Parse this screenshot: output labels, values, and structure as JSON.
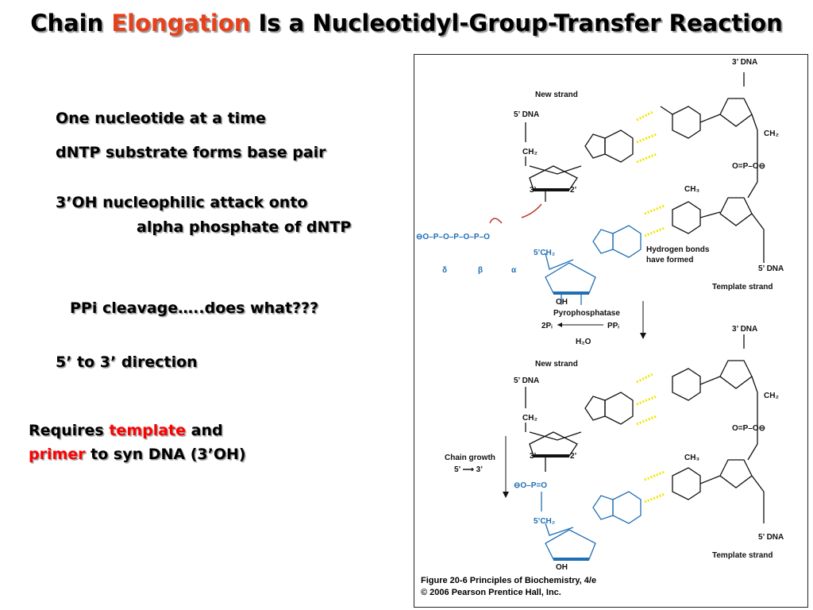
{
  "title": {
    "part1": "Chain ",
    "highlight": "Elongation",
    "part2": " Is a Nucleotidyl-Group-Transfer Reaction",
    "highlight_color": "#e8401a"
  },
  "bullets": {
    "b1": "One nucleotide at a time",
    "b2": "dNTP substrate forms base pair",
    "b3_line1": "3’OH nucleophilic attack onto",
    "b3_line2": "alpha phosphate of dNTP",
    "b4": "PPi cleavage…..does what???",
    "b5": "5’ to 3’ direction",
    "b6_part1": "Requires ",
    "b6_template": "template",
    "b6_part2": " and",
    "b6_primer": "primer",
    "b6_part3": " to syn DNA (3’OH)"
  },
  "figure": {
    "top": {
      "dna3": "3’ DNA",
      "new_strand": "New strand",
      "dna5": "5’ DNA",
      "dna5_bottom": "5’ DNA",
      "template_strand": "Template strand",
      "hbonds1": "Hydrogen bonds",
      "hbonds2": "have formed",
      "ch2": "CH₂",
      "ch3": "CH₃",
      "delta": "δ",
      "beta": "β",
      "alpha": "α",
      "oh": "OH",
      "c5": "5’CH₂",
      "p3": "3’",
      "p2": "2’"
    },
    "reaction": {
      "enzyme": "Pyrophosphatase",
      "left": "2Pᵢ",
      "right": "PPᵢ",
      "water": "H₂O"
    },
    "bottom": {
      "dna3": "3’ DNA",
      "new_strand": "New strand",
      "dna5": "5’ DNA",
      "dna5_bottom": "5’ DNA",
      "template_strand": "Template strand",
      "chain_growth": "Chain growth",
      "direction": "5’ ⟶ 3’",
      "ch2": "CH₂",
      "ch3": "CH₃",
      "oh": "OH",
      "c5": "5’CH₂",
      "p3": "3’",
      "p2": "2’"
    },
    "caption_line1": "Figure 20-6  Principles of Biochemistry, 4/e",
    "caption_line2": "© 2006 Pearson Prentice Hall, Inc.",
    "colors": {
      "blue": "#1f6fb5",
      "hbond": "#f2e600",
      "red": "#c0392b"
    }
  }
}
